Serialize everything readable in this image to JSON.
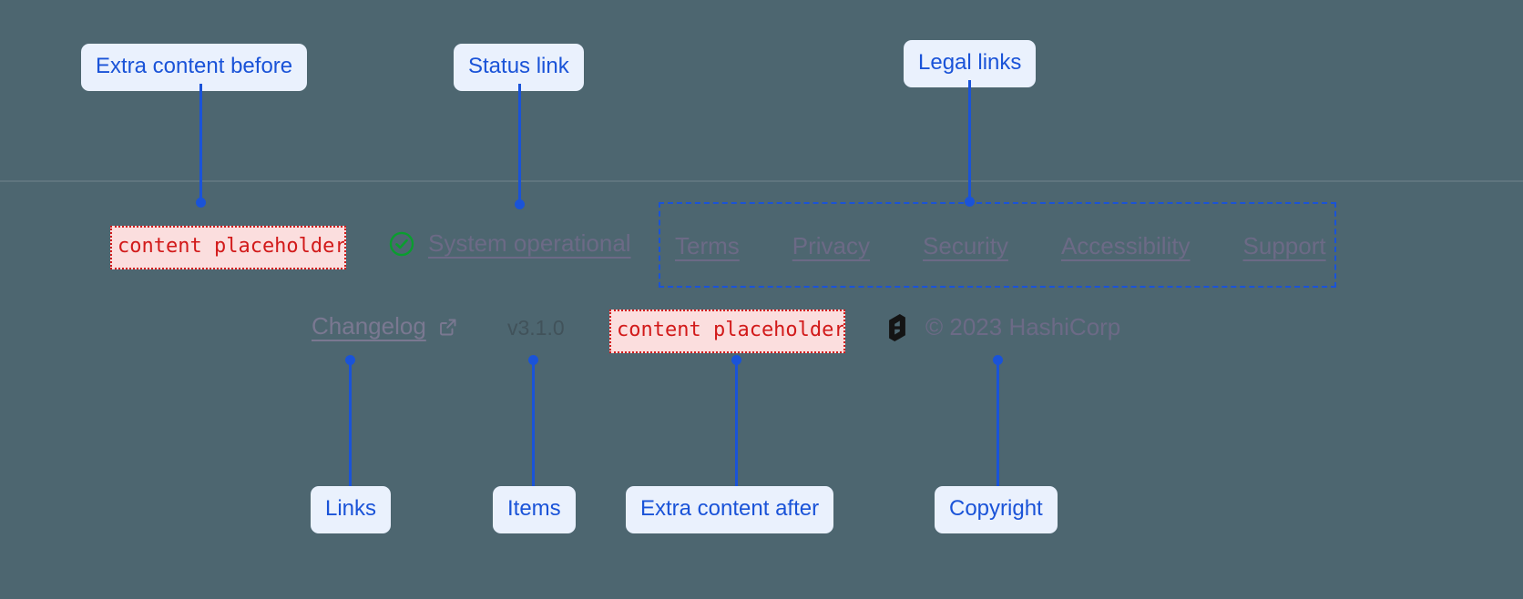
{
  "theme": {
    "page_background": "#4d6670",
    "annotation_color": "#1a53d8",
    "annotation_pill_background": "#eaf1fd",
    "placeholder_text_color": "#d21a1a",
    "placeholder_background": "#fbdede",
    "link_color": "#6c6a86",
    "status_ok_color": "#0a9d2f",
    "version_color": "#41525a"
  },
  "annotations": {
    "extra_content_before": "Extra content before",
    "status_link": "Status link",
    "legal_links": "Legal links",
    "links": "Links",
    "items": "Items",
    "extra_content_after": "Extra content after",
    "copyright": "Copyright"
  },
  "footer": {
    "placeholder_before": "content placeholder",
    "placeholder_after": "content placeholder",
    "status": {
      "icon": "check-circle-icon",
      "label": "System operational"
    },
    "legal_links": [
      {
        "label": "Terms"
      },
      {
        "label": "Privacy"
      },
      {
        "label": "Security"
      },
      {
        "label": "Accessibility"
      },
      {
        "label": "Support"
      }
    ],
    "changelog": {
      "label": "Changelog",
      "icon": "external-link-icon"
    },
    "version": "v3.1.0",
    "brand": {
      "icon": "hashicorp-logo-icon",
      "copyright": "© 2023 HashiCorp"
    }
  }
}
